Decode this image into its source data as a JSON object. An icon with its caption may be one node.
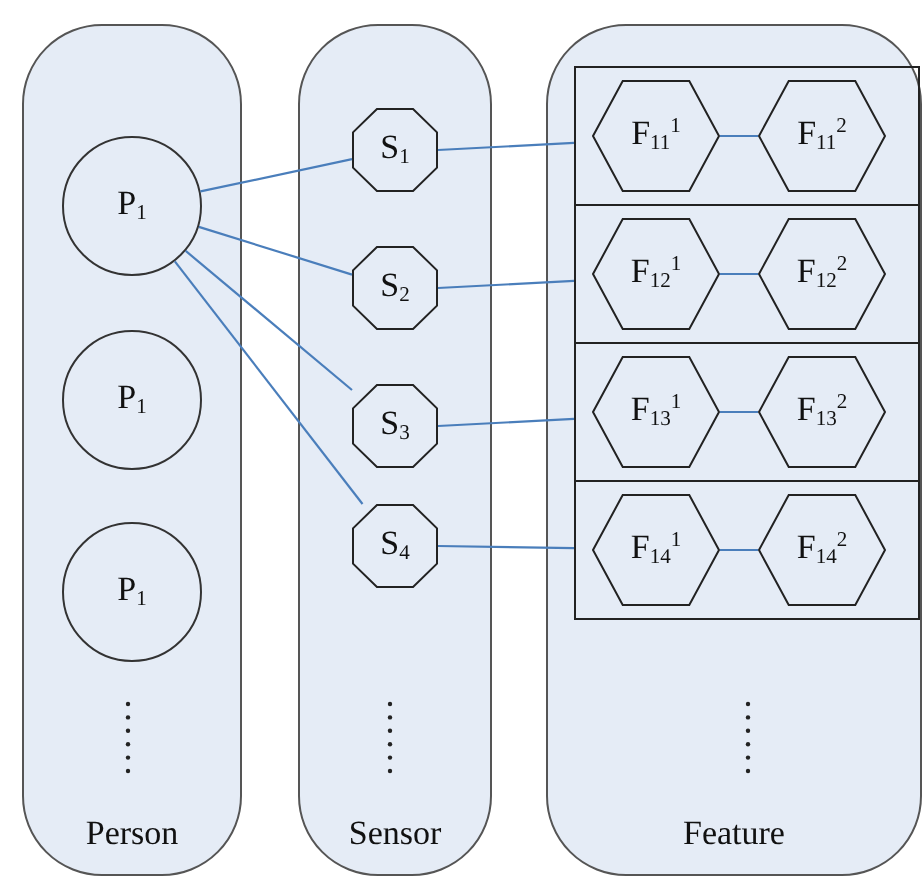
{
  "diagram": {
    "nodes": [
      {
        "text": [
          "Person"
        ]
      },
      {
        "text": [
          "P$_{1}$"
        ],
        "in": 0
      },
      {
        "text": [
          "P$_{1}$"
        ],
        "in": 0
      },
      {
        "text": [
          "P$_{1}$"
        ],
        "in": 0
      },
      {
        "text": [
          "Sensor"
        ]
      },
      {
        "text": [
          "S$_{1}$"
        ],
        "in": 4
      },
      {
        "text": [
          "S$_{2}$"
        ],
        "in": 4
      },
      {
        "text": [
          "S$_{3}$"
        ],
        "in": 4
      },
      {
        "text": [
          "S$_{4}$"
        ],
        "in": 4
      },
      {
        "text": [
          "Feature"
        ]
      },
      {
        "text": [],
        "shape": "box",
        "in": 9
      },
      {
        "text": [
          "F$_{11}$$^{1}$"
        ],
        "in": 10
      },
      {
        "text": [
          "F$_{11}$$^{2}$"
        ],
        "in": 10
      },
      {
        "text": [],
        "shape": "box",
        "in": 9
      },
      {
        "text": [
          "F$_{12}$$^{1}$"
        ],
        "in": 13
      },
      {
        "text": [
          "F$_{12}$$^{2}$"
        ],
        "in": 13
      },
      {
        "text": [],
        "shape": "box",
        "in": 9
      },
      {
        "text": [
          "F$_{13}$$^{1}$"
        ],
        "in": 16
      },
      {
        "text": [
          "F$_{13}$$^{2}$"
        ],
        "in": 16
      },
      {
        "text": [],
        "shape": "box",
        "in": 9
      },
      {
        "text": [
          "F$_{14}$$^{1}$"
        ],
        "in": 19
      },
      {
        "text": [
          "F$_{14}$$^{2}$"
        ],
        "in": 19
      }
    ],
    "edges": [
      {
        "from": 1,
        "to": 5,
        "arrow": "none"
      },
      {
        "from": 1,
        "to": 6,
        "arrow": "none"
      },
      {
        "from": 1,
        "to": 7,
        "arrow": "none"
      },
      {
        "from": 1,
        "to": 8,
        "arrow": "none"
      },
      {
        "from": 5,
        "to": 10,
        "arrow": "none"
      },
      {
        "from": 6,
        "to": 13,
        "arrow": "none"
      },
      {
        "from": 7,
        "to": 16,
        "arrow": "none"
      },
      {
        "from": 8,
        "to": 19,
        "arrow": "none"
      },
      {
        "from": 11,
        "to": 12,
        "arrow": "none"
      },
      {
        "from": 14,
        "to": 15,
        "arrow": "none"
      },
      {
        "from": 17,
        "to": 18,
        "arrow": "none"
      },
      {
        "from": 20,
        "to": 21,
        "arrow": "none"
      }
    ]
  }
}
